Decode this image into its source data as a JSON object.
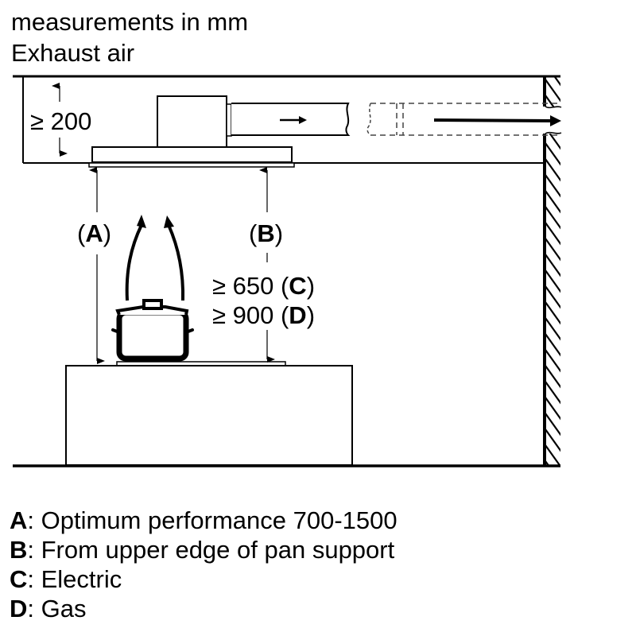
{
  "header": {
    "units_note": "measurements in mm",
    "title": "Exhaust air"
  },
  "dimensions": {
    "duct_clearance": "≥ 200",
    "label_a": "A",
    "label_b": "B",
    "electric_min": "≥ 650",
    "electric_code": "C",
    "gas_min": "≥ 900",
    "gas_code": "D"
  },
  "legend": [
    {
      "key": "A",
      "text": ": Optimum performance 700-1500"
    },
    {
      "key": "B",
      "text": ": From upper edge of pan support"
    },
    {
      "key": "C",
      "text": ": Electric"
    },
    {
      "key": "D",
      "text": ": Gas"
    }
  ],
  "colors": {
    "line": "#000000",
    "background": "#ffffff",
    "dashed": "#444444"
  }
}
